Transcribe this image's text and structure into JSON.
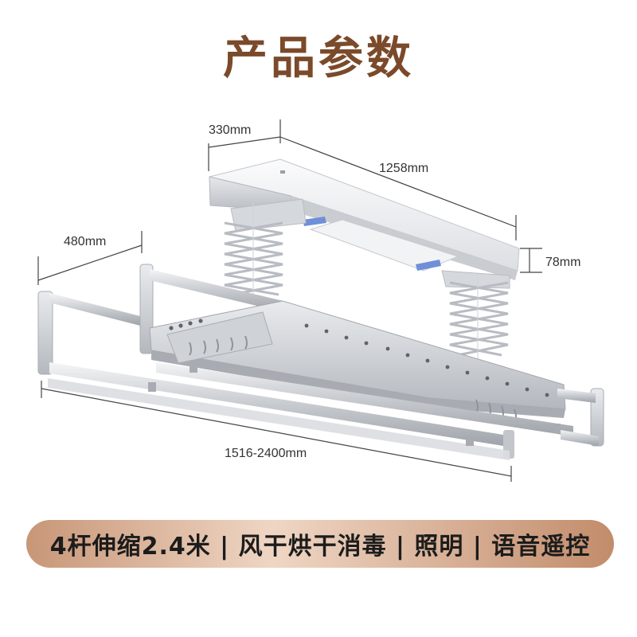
{
  "title": "产品参数",
  "dimensions": {
    "width_top": "330mm",
    "length_top": "1258mm",
    "depth_rack": "480mm",
    "height_top": "78mm",
    "length_extended": "1516-2400mm"
  },
  "feature_banner": "4杆伸缩2.4米 | 风干烘干消毒 | 照明 | 语音遥控",
  "colors": {
    "title": "#7b4a2a",
    "banner_gradient_start": "#c89677",
    "banner_gradient_mid": "#efd6c4",
    "banner_gradient_end": "#c28c6b"
  }
}
